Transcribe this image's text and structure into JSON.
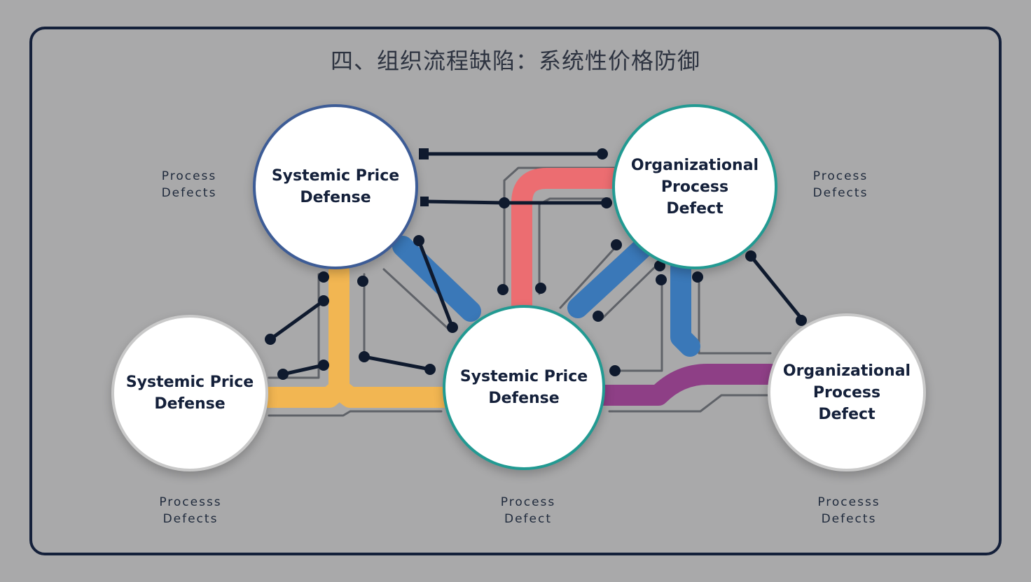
{
  "title": "四、组织流程缺陷：系统性价格防御",
  "nodes": [
    {
      "id": "n1",
      "label": "Systemic Price\nDefense",
      "border": "#3d5c96"
    },
    {
      "id": "n2",
      "label": "Organizational\nProcess\nDefect",
      "border": "#229a92"
    },
    {
      "id": "n3",
      "label": "Systemic Price\nDefense",
      "border": "#c9c9c9"
    },
    {
      "id": "n4",
      "label": "Systemic Price\nDefense",
      "border": "#229a92"
    },
    {
      "id": "n5",
      "label": "Organizational\nProcess\nDefect",
      "border": "#c9c9c9"
    }
  ],
  "captions": [
    {
      "id": "c1",
      "text": "Process\nDefects"
    },
    {
      "id": "c2",
      "text": "Process\nDefects"
    },
    {
      "id": "c3",
      "text": "Processs\nDefects"
    },
    {
      "id": "c4",
      "text": "Process\nDefect"
    },
    {
      "id": "c5",
      "text": "Processs\nDefects"
    }
  ],
  "colors": {
    "frame": "#14203a",
    "background": "#a9a9aa",
    "connector_yellow": "#f2b652",
    "connector_blue": "#3a78b8",
    "connector_red": "#ec6d71",
    "connector_purple": "#8e3f86",
    "wire": "#5f6268",
    "dot": "#0f1a2e"
  }
}
